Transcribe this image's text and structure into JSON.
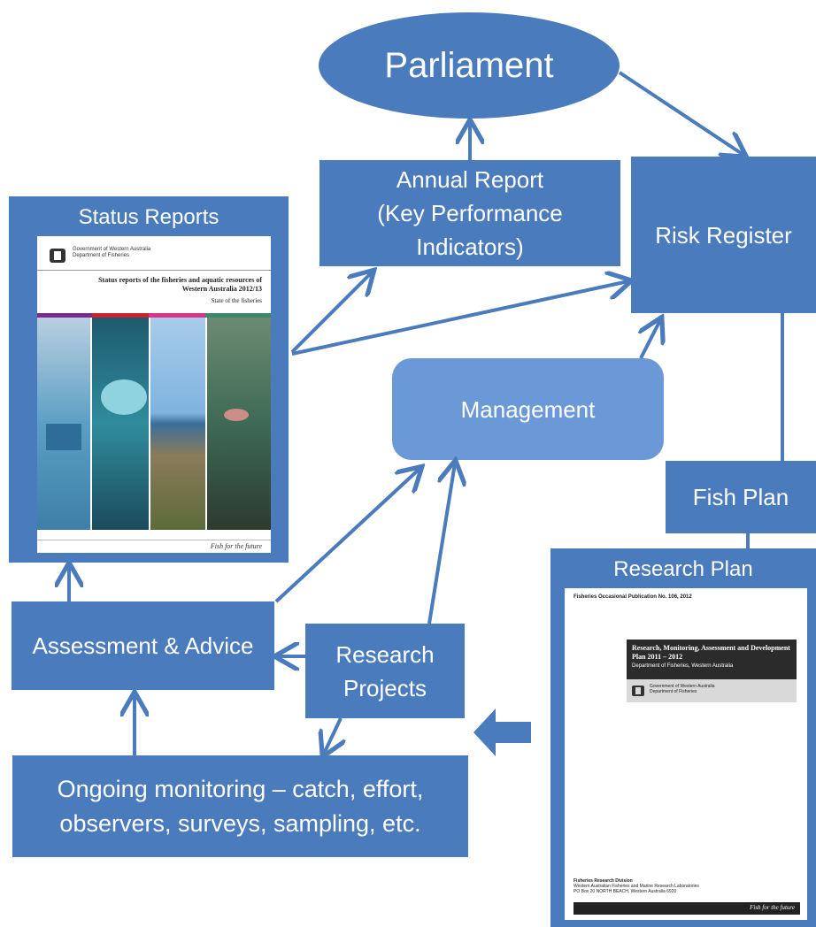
{
  "nodes": {
    "parliament": "Parliament",
    "annual_report": "Annual Report\n(Key Performance\nIndicators)",
    "risk_register": "Risk Register",
    "status_reports": "Status Reports",
    "management": "Management",
    "fish_plan": "Fish Plan",
    "research_plan": "Research Plan",
    "assessment": "Assessment & Advice",
    "research_projects": "Research\nProjects",
    "ongoing": "Ongoing monitoring – catch, effort,\nobservers, surveys, sampling, etc."
  },
  "status_cover": {
    "gov_line1": "Government of Western Australia",
    "gov_line2": "Department of Fisheries",
    "title": "Status reports of the fisheries and aquatic resources of Western Australia 2012/13",
    "subtitle": "State of the fisheries",
    "footer": "Fish for the future"
  },
  "research_cover": {
    "publication": "Fisheries Occasional Publication No. 106, 2012",
    "title": "Research, Monitoring, Assessment and Development Plan 2011 – 2012",
    "subtitle": "Department of Fisheries, Western Australia",
    "gov_line1": "Government of Western Australia",
    "gov_line2": "Department of Fisheries",
    "division": "Fisheries Research Division",
    "address1": "Western Australian Fisheries and Marine Research Laboratories",
    "address2": "PO Box 20 NORTH BEACH, Western Australia 6920",
    "footer": "Fish for the future"
  },
  "colors": {
    "node_fill": "#4a7bbd",
    "management_fill": "#6b98d6",
    "arrow": "#4a7bbd",
    "text": "#ffffff"
  }
}
